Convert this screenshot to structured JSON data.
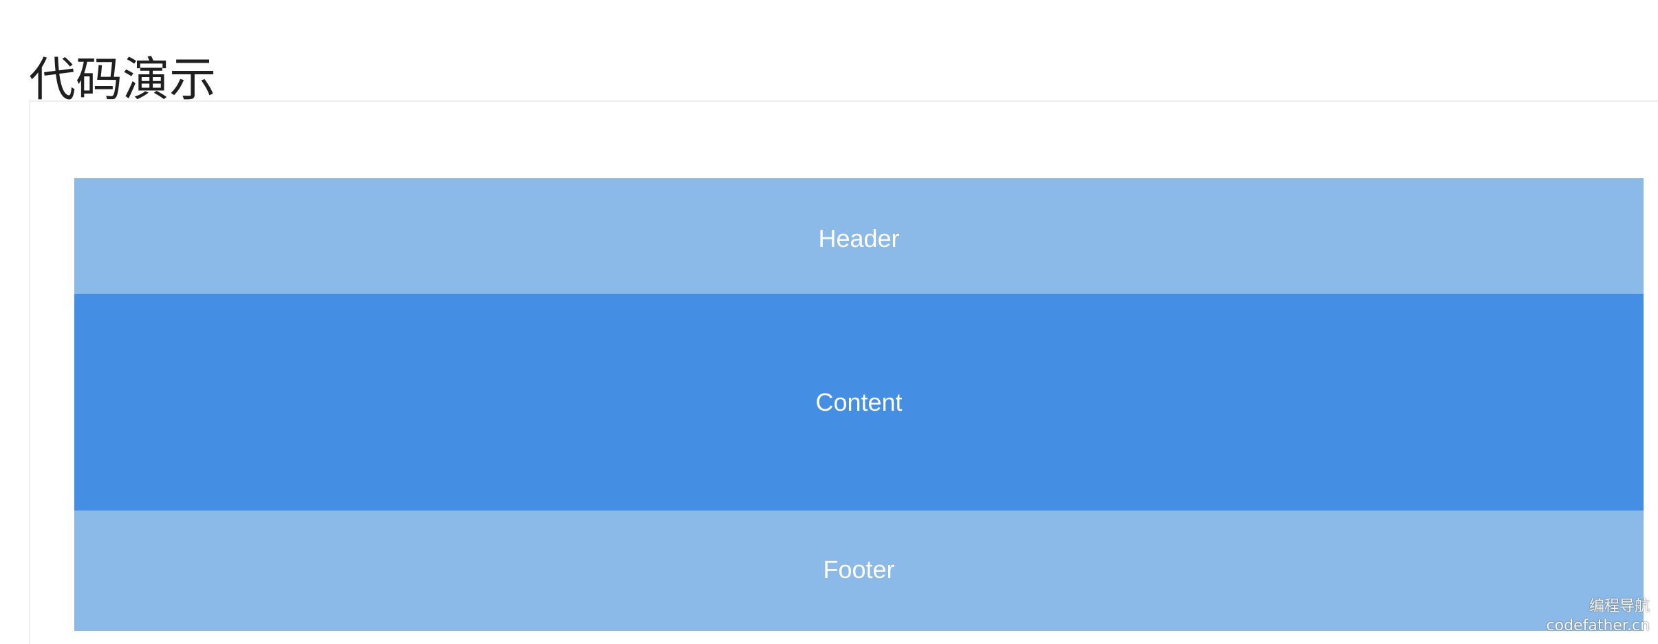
{
  "page": {
    "title": "代码演示"
  },
  "demo": {
    "header_label": "Header",
    "content_label": "Content",
    "footer_label": "Footer"
  },
  "watermark": {
    "line1": "编程导航",
    "line2": "codefather.cn"
  },
  "colors": {
    "header_bg": "#8cbae8",
    "content_bg": "#448ee3",
    "footer_bg": "#8cbae8",
    "text": "#ffffff"
  }
}
